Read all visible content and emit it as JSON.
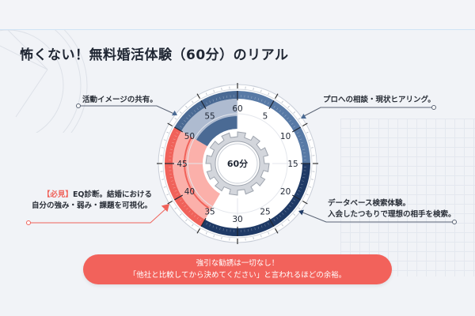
{
  "header": {
    "title": "怖くない！無料婚活体験（60分）のリアル"
  },
  "dial": {
    "center_label": "60分",
    "ticks": [
      "60",
      "5",
      "10",
      "15",
      "20",
      "25",
      "30",
      "35",
      "40",
      "45",
      "50",
      "55"
    ],
    "segments": [
      {
        "name": "活動イメージの共有",
        "from_min": 50,
        "to_min": 60,
        "color": "#4a6a94",
        "fill": "#aebbd0"
      },
      {
        "name": "プロへの相談・現状ヒアリング",
        "from_min": 0,
        "to_min": 15,
        "color": "#587aa6"
      },
      {
        "name": "データベース検索体験",
        "from_min": 15,
        "to_min": 35,
        "color": "#1f3a66"
      },
      {
        "name": "EQ診断",
        "from_min": 35,
        "to_min": 50,
        "color": "#f0625a",
        "fill": "#fbb0aa"
      }
    ]
  },
  "callouts": {
    "top_left": "活動イメージの共有。",
    "top_right": "プロへの相談・現状ヒアリング。",
    "bottom_left_tag": "【必見】",
    "bottom_left_line1": "EQ診断。結婚における",
    "bottom_left_line2": "自分の強み・弱み・課題を可視化。",
    "bottom_right_line1": "データベース検索体験。",
    "bottom_right_line2": "入会したつもりで理想の相手を検索。"
  },
  "banner": {
    "line1": "強引な勧誘は一切なし！",
    "line2": "「他社と比較してから決めてください」と言われるほどの余裕。"
  },
  "colors": {
    "accent_red": "#f2625b",
    "navy": "#1f3a66",
    "mid_blue": "#587aa6",
    "text_dark": "#1f2633"
  }
}
